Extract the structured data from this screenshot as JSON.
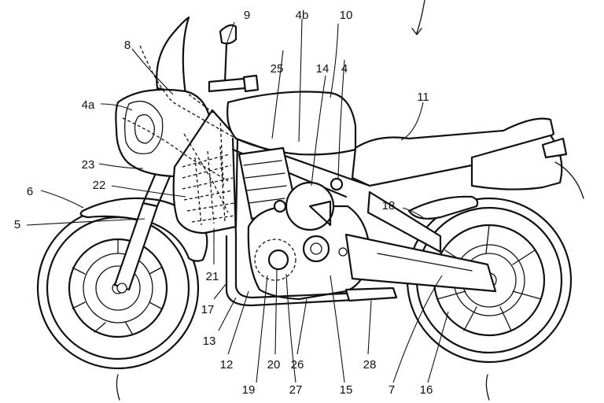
{
  "figure": {
    "labels": {
      "l9": "9",
      "l4b": "4b",
      "l10": "10",
      "l8": "8",
      "l25": "25",
      "l14": "14",
      "l4": "4",
      "l11": "11",
      "l4a": "4a",
      "l23": "23",
      "l22": "22",
      "l6": "6",
      "l5": "5",
      "l18": "18",
      "l21": "21",
      "l17": "17",
      "l13": "13",
      "l12": "12",
      "l20": "20",
      "l26": "26",
      "l28": "28",
      "l19": "19",
      "l27": "27",
      "l15": "15",
      "l7": "7",
      "l16": "16"
    }
  }
}
